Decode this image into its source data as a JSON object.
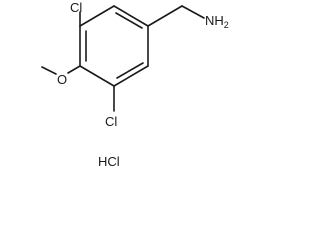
{
  "molecule": {
    "atoms": {
      "cl_top": "Cl",
      "oxygen": "O",
      "cl_bottom": "Cl",
      "amine": "NH2"
    },
    "salt": "HCl",
    "colors": {
      "ink": "#1a1a1a",
      "background": "#ffffff"
    }
  }
}
